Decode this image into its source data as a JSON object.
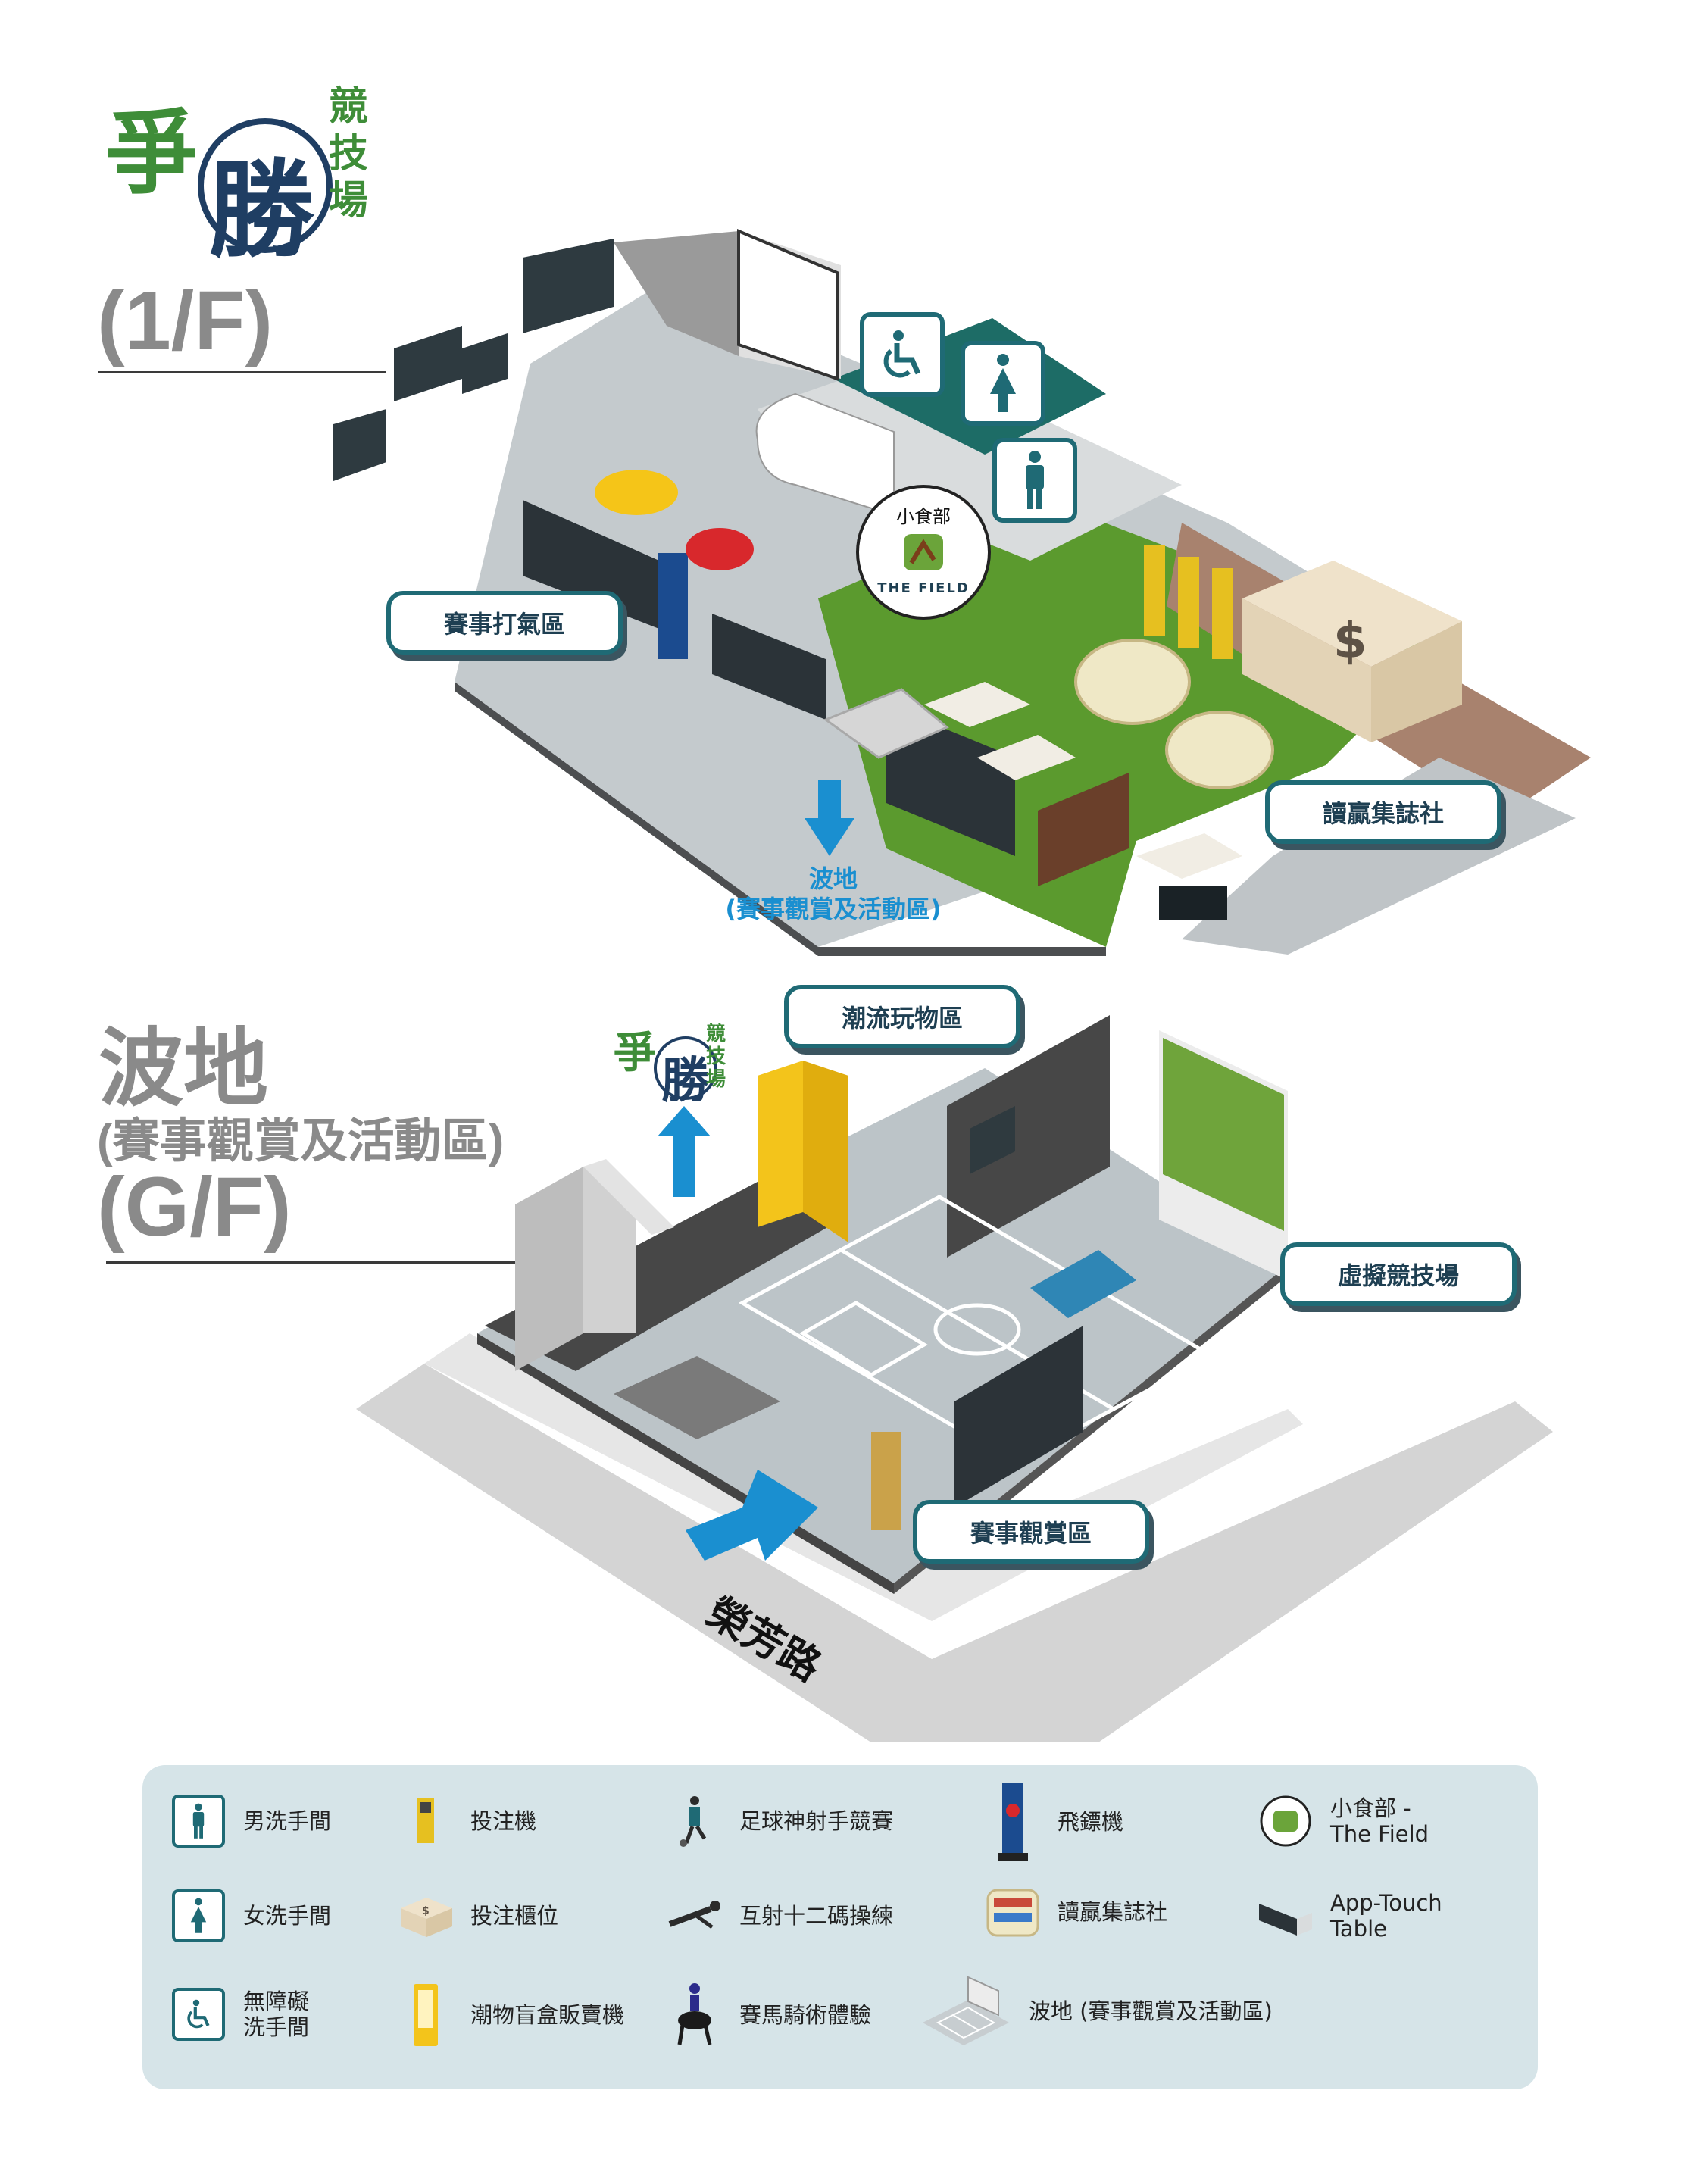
{
  "logo": {
    "chars": [
      "爭",
      "勝"
    ],
    "vertical_title": [
      "競",
      "技",
      "場"
    ]
  },
  "floors": {
    "upper": {
      "title": "(1/F)"
    },
    "ground": {
      "title_line1": "波地",
      "title_line2": "(賽事觀賞及活動區)",
      "title_line3": "(G/F)"
    }
  },
  "zones": {
    "cheer": "賽事打氣區",
    "magazine": "讀贏集誌社",
    "trend": "潮流玩物區",
    "virtual": "虛擬競技場",
    "viewing": "賽事觀賞區"
  },
  "snack_badge": {
    "top": "小食部",
    "bottom": "THE FIELD"
  },
  "betting_counter_symbol": "$",
  "down_link": {
    "line1": "波地",
    "line2": "(賽事觀賞及活動區)"
  },
  "road": "榮芳路",
  "legend": [
    {
      "icon": "male-toilet-icon",
      "label": "男洗手間"
    },
    {
      "icon": "betting-machine-icon",
      "label": "投注機"
    },
    {
      "icon": "football-shooter-icon",
      "label": "足球神射手競賽"
    },
    {
      "icon": "dart-machine-icon",
      "label": "飛鏢機"
    },
    {
      "icon": "snack-bar-icon",
      "label": "小食部 -",
      "label2": "The Field"
    },
    {
      "icon": "female-toilet-icon",
      "label": "女洗手間"
    },
    {
      "icon": "betting-counter-icon",
      "label": "投注櫃位"
    },
    {
      "icon": "penalty-practice-icon",
      "label": "互射十二碼操練"
    },
    {
      "icon": "magazine-shelf-icon",
      "label": "讀贏集誌社"
    },
    {
      "icon": "app-touch-table-icon",
      "label": "App-Touch",
      "label2": "Table"
    },
    {
      "icon": "accessible-toilet-icon",
      "label": "無障礙",
      "label2": "洗手間"
    },
    {
      "icon": "blind-box-machine-icon",
      "label": "潮物盲盒販賣機"
    },
    {
      "icon": "horse-riding-icon",
      "label": "賽馬騎術體驗"
    },
    {
      "icon": "pitch-area-icon",
      "label": "波地 (賽事觀賞及活動區)"
    }
  ],
  "colors": {
    "teal": "#1f6a75",
    "green": "#3e8d38",
    "floor_grey": "#c7cdd0",
    "floor_green": "#5a9a30",
    "arrow_blue": "#1a8fd0",
    "legend_bg": "#d6e4e8"
  }
}
